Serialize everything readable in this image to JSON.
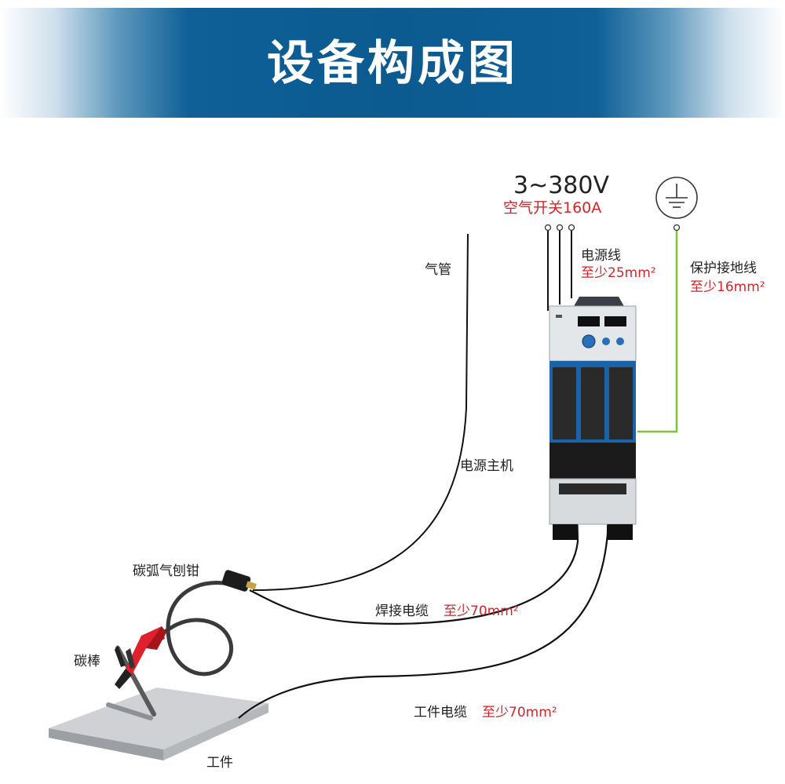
{
  "header": {
    "title": "设备构成图"
  },
  "power": {
    "voltage": "3~380V",
    "breaker": "空气开关160A"
  },
  "labels": {
    "power_cable": "电源线",
    "power_cable_spec": "至少25mm²",
    "ground_wire": "保护接地线",
    "ground_wire_spec": "至少16mm²",
    "air_hose": "气管",
    "main_unit": "电源主机",
    "gouging_torch": "碳弧气刨钳",
    "welding_cable": "焊接电缆",
    "welding_cable_spec": "至少70mm²",
    "carbon_rod": "碳棒",
    "work_cable": "工件电缆",
    "work_cable_spec": "至少70mm²",
    "workpiece": "工件"
  },
  "colors": {
    "banner_blue": "#0b5a90",
    "spec_red": "#d0262a",
    "ground_green": "#7cc43a",
    "machine_blue": "#1a63a8"
  },
  "icons": [
    "ground-symbol-icon"
  ]
}
